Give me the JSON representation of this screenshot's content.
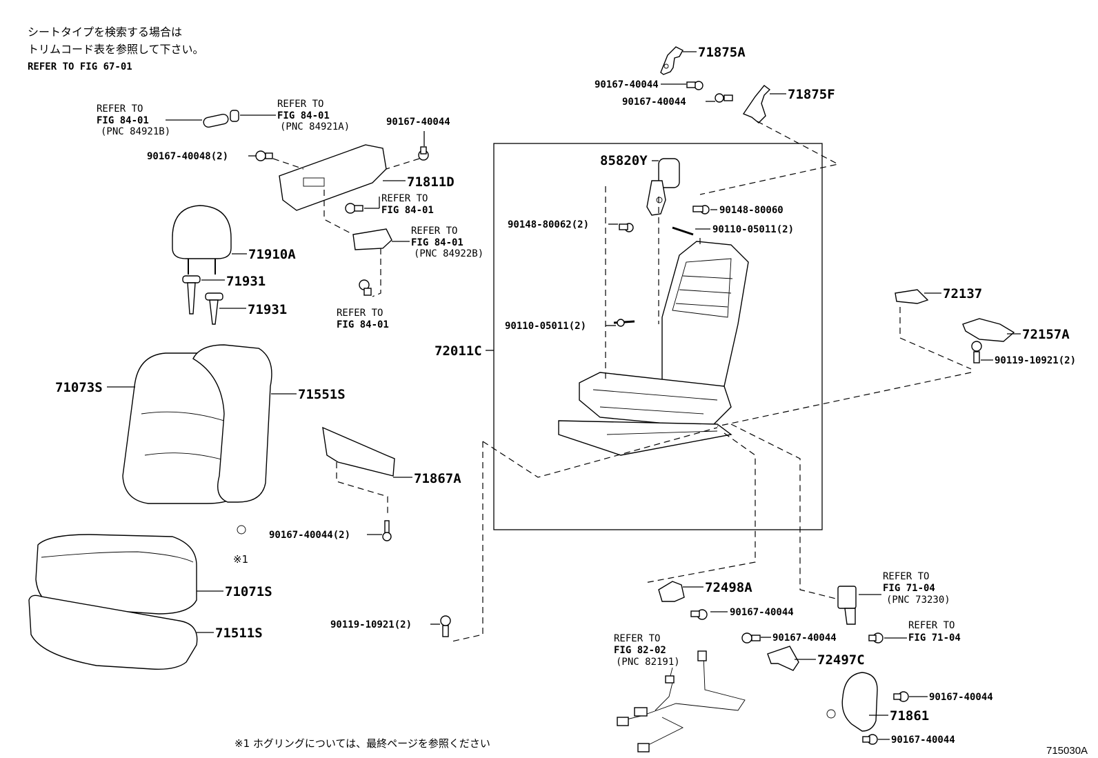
{
  "header_note": {
    "line1": "シートタイプを検索する場合は",
    "line2": "トリムコード表を参照して下さい。",
    "line3": "REFER TO FIG 67-01"
  },
  "parts": {
    "p71875A": "71875A",
    "p71875F": "71875F",
    "p85820Y": "85820Y",
    "p71811D": "71811D",
    "p71910A": "71910A",
    "p71931a": "71931",
    "p71931b": "71931",
    "p72011C": "72011C",
    "p72137": "72137",
    "p72157A": "72157A",
    "p71073S": "71073S",
    "p71551S": "71551S",
    "p71867A": "71867A",
    "p71071S": "71071S",
    "p71511S": "71511S",
    "p72498A": "72498A",
    "p72497C": "72497C",
    "p71861": "71861"
  },
  "bolts": {
    "b1": "90167-40044",
    "b2": "90167-40044",
    "b3": "90167-40044",
    "b4": "90167-40048(2)",
    "b5": "90148-80060",
    "b6": "90148-80062(2)",
    "b7": "90110-05011(2)",
    "b8": "90110-05011(2)",
    "b9": "90119-10921(2)",
    "b10": "90167-40044(2)",
    "b11": "90119-10921(2)",
    "b12": "90167-40044",
    "b13": "90167-40044",
    "b14": "90167-40044",
    "b15": "90167-40044"
  },
  "refs": {
    "r1": {
      "l1": "REFER TO",
      "l2": "FIG 84-01",
      "l3": "(PNC 84921B)"
    },
    "r2": {
      "l1": "REFER TO",
      "l2": "FIG 84-01",
      "l3": "(PNC 84921A)"
    },
    "r3": {
      "l1": "REFER TO",
      "l2": "FIG 84-01"
    },
    "r4": {
      "l1": "REFER TO",
      "l2": "FIG 84-01",
      "l3": "(PNC 84922B)"
    },
    "r5": {
      "l1": "REFER TO",
      "l2": "FIG 84-01"
    },
    "r6": {
      "l1": "REFER TO",
      "l2": "FIG 71-04",
      "l3": "(PNC 73230)"
    },
    "r7": {
      "l1": "REFER TO",
      "l2": "FIG 71-04"
    },
    "r8": {
      "l1": "REFER TO",
      "l2": "FIG 82-02",
      "l3": "(PNC 82191)"
    }
  },
  "hog_ring_mark": "※1",
  "footnote": "※1  ホグリングについては、最終ページを参照ください",
  "diagram_code": "715030A"
}
